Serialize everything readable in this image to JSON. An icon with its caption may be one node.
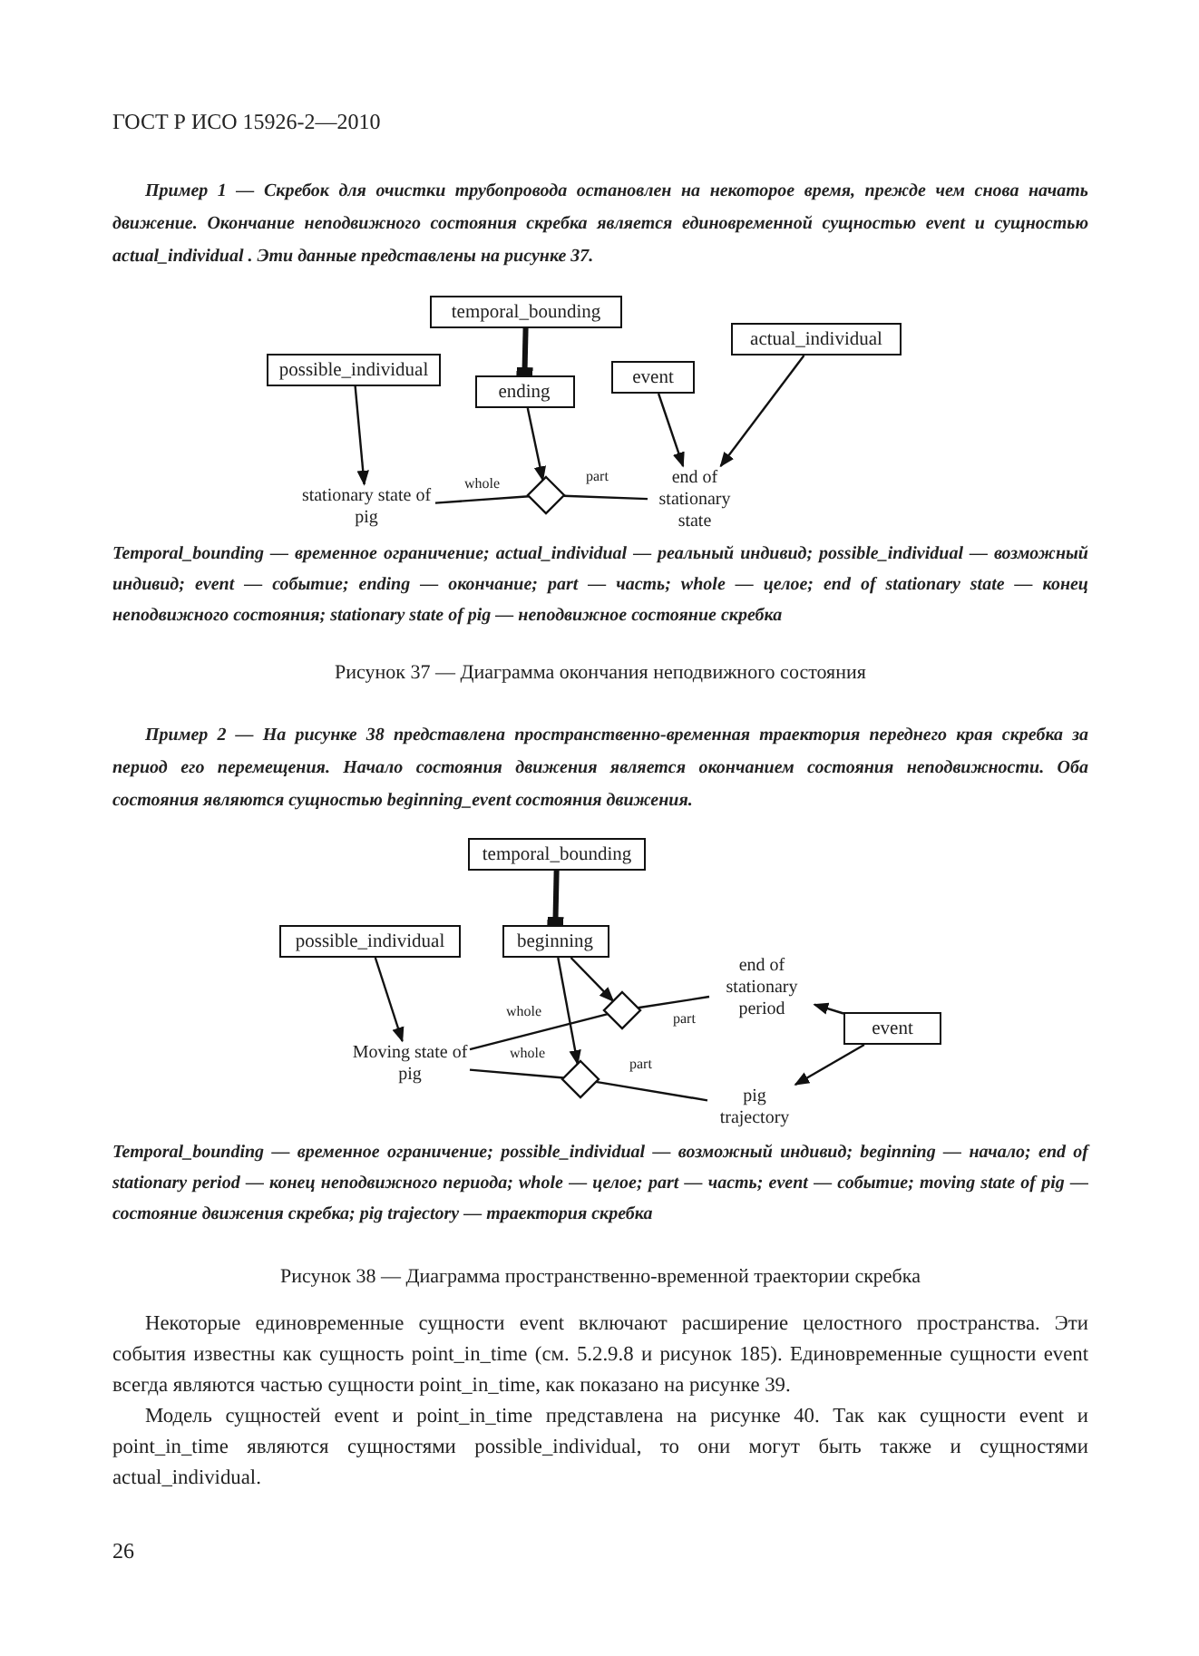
{
  "diagram": {
    "nodes": [
      {
        "text": [
          "temporal_bounding"
        ]
      },
      {
        "text": [
          "possible_individual"
        ]
      },
      {
        "text": [
          "ending"
        ]
      },
      {
        "text": [
          "event"
        ]
      },
      {
        "text": [
          "actual_individual"
        ]
      },
      {
        "text": [
          "stationary state of pig"
        ]
      },
      {
        "text": [],
        "shape": "diamond"
      },
      {
        "text": [
          "end of stationary state"
        ]
      },
      {
        "text": [
          "temporal_bounding"
        ]
      },
      {
        "text": [
          "possible_individual"
        ]
      },
      {
        "text": [
          "beginning"
        ]
      },
      {
        "text": [
          "end of stationary period"
        ]
      },
      {
        "text": [],
        "shape": "diamond"
      },
      {
        "text": [
          "Moving state of pig"
        ]
      },
      {
        "text": [],
        "shape": "diamond"
      },
      {
        "text": [
          "event"
        ]
      },
      {
        "text": [
          "pig trajectory"
        ]
      }
    ],
    "edges": [
      {
        "from": 0,
        "to": 2,
        "arrow": "other",
        "style": "thick"
      },
      {
        "from": 1,
        "to": 5,
        "arrow": "to"
      },
      {
        "from": 2,
        "to": 6,
        "arrow": "to"
      },
      {
        "from": 3,
        "to": 7,
        "arrow": "to"
      },
      {
        "from": 4,
        "to": 7,
        "arrow": "to"
      },
      {
        "from": 5,
        "to": 6,
        "arrow": "none",
        "label": "whole"
      },
      {
        "from": 6,
        "to": 7,
        "arrow": "none",
        "label": "part"
      },
      {
        "from": 8,
        "to": 10,
        "arrow": "other",
        "style": "thick"
      },
      {
        "from": 9,
        "to": 13,
        "arrow": "to"
      },
      {
        "from": 10,
        "to": 12,
        "arrow": "to"
      },
      {
        "from": 10,
        "to": 14,
        "arrow": "to"
      },
      {
        "from": 13,
        "to": 12,
        "arrow": "none",
        "label": "whole"
      },
      {
        "from": 12,
        "to": 11,
        "arrow": "none",
        "label": "part"
      },
      {
        "from": 13,
        "to": 14,
        "arrow": "none",
        "label": "whole"
      },
      {
        "from": 14,
        "to": 16,
        "arrow": "none",
        "label": "part"
      },
      {
        "from": 15,
        "to": 11,
        "arrow": "to"
      },
      {
        "from": 15,
        "to": 16,
        "arrow": "to"
      }
    ],
    "labels": [
      "ГОСТ Р ИСО 15926-2—2010",
      "Пример 1 — Скребок для очистки трубопровода остановлен на некоторое время, прежде чем снова начать движение. Окончание неподвижного состояния скребка является единовременной сущностью event и сущностью actual_individual . Эти данные представлены на рисунке 37.",
      "Temporal_bounding — временное ограничение; actual_individual — реальный индивид; possible_individual — возможный индивид; event — событие; ending — окончание; part — часть; whole — целое; end of stationary state — конец неподвижного состояния; stationary state of pig — неподвижное состояние скребка",
      "Рисунок 37 — Диаграмма окончания неподвижного состояния",
      "Пример 2 — На рисунке 38 представлена пространственно-временная траектория переднего края скребка за период его перемещения. Начало состояния движения является окончанием состояния неподвижности. Оба состояния являются сущностью beginning_event состояния движения.",
      "Temporal_bounding — временное ограничение; possible_individual — возможный индивид; beginning — начало; end of stationary period — конец неподвижного периода; whole — целое; part — часть; event — событие; moving state of pig — состояние движения скребка; pig trajectory — траектория скребка",
      "Рисунок 38 — Диаграмма пространственно-временной траектории скребка",
      "Некоторые единовременные сущности event включают расширение целостного пространства. Эти события известны как сущность point_in_time (см. 5.2.9.8 и рисунок 185). Единовременные сущности event всегда являются частью сущности point_in_time, как показано на рисунке 39.",
      "Модель сущностей event и point_in_time представлена на рисунке 40. Так как сущности event и point_in_time являются сущностями possible_individual, то они могут быть также и сущностями actual_individual.",
      "26"
    ]
  }
}
